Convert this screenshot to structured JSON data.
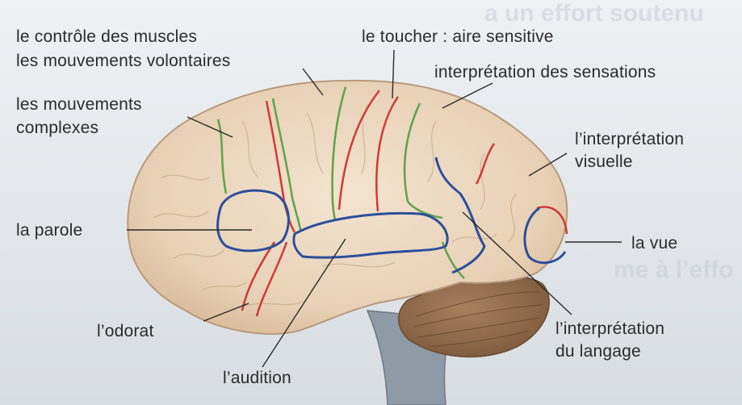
{
  "diagram": {
    "labels": {
      "muscles_line1": "le contrôle des muscles",
      "muscles_line2": "les mouvements volontaires",
      "complex_line1": "les mouvements",
      "complex_line2": "complexes",
      "touch": "le toucher : aire sensitive",
      "sensations": "interprétation des sensations",
      "visual_line1": "l’interprétation",
      "visual_line2": "visuelle",
      "speech": "la parole",
      "vision": "la vue",
      "smell": "l’odorat",
      "hearing": "l’audition",
      "language_line1": "l’interprétation",
      "language_line2": "du langage"
    }
  },
  "background_text": {
    "line1": "a un effort soutenu",
    "line2": "me à l’effo"
  },
  "colors": {
    "brain_fill": "#ecd7bf",
    "brain_outline": "#b8997c",
    "cerebellum": "#9a7352",
    "brainstem": "#8e9aa6",
    "motor_line_green": "#5ea34a",
    "sensory_line_red": "#cf3b36",
    "area_outline_blue": "#2c4f9c",
    "leader_line": "#2b2b2b"
  }
}
